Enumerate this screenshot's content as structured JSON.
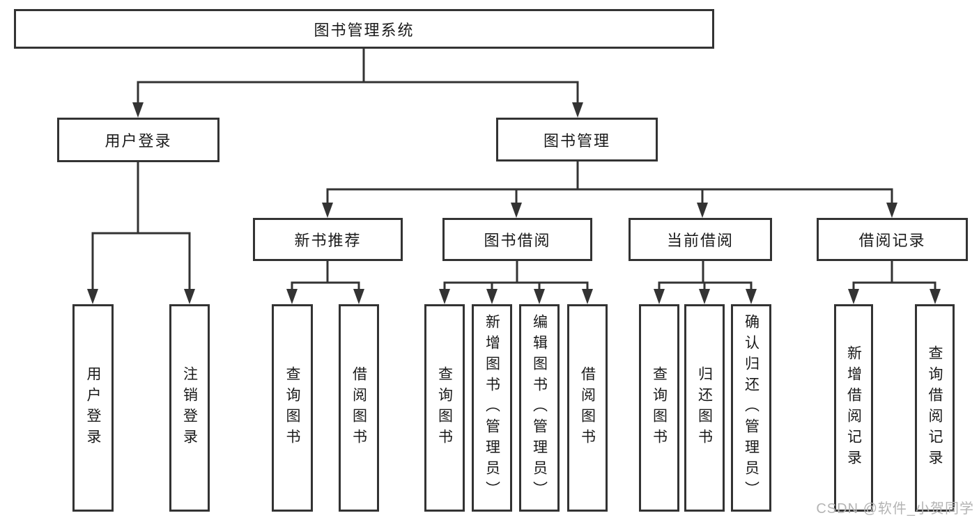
{
  "diagram": {
    "root": {
      "label": "图书管理系统",
      "children": [
        {
          "label": "用户登录",
          "children": [
            {
              "label": "用户登录"
            },
            {
              "label": "注销登录"
            }
          ]
        },
        {
          "label": "图书管理",
          "children": [
            {
              "label": "新书推荐",
              "children": [
                {
                  "label": "查询图书"
                },
                {
                  "label": "借阅图书"
                }
              ]
            },
            {
              "label": "图书借阅",
              "children": [
                {
                  "label": "查询图书"
                },
                {
                  "label": "新增图书（管理员）"
                },
                {
                  "label": "编辑图书（管理员）"
                },
                {
                  "label": "借阅图书"
                }
              ]
            },
            {
              "label": "当前借阅",
              "children": [
                {
                  "label": "查询图书"
                },
                {
                  "label": "归还图书"
                },
                {
                  "label": "确认归还（管理员）"
                }
              ]
            },
            {
              "label": "借阅记录",
              "children": [
                {
                  "label": "新增借阅记录"
                },
                {
                  "label": "查询借阅记录"
                }
              ]
            }
          ]
        }
      ]
    }
  },
  "watermark": {
    "text": "CSDN @软件_小贺同学"
  },
  "colors": {
    "line": "#333333",
    "text": "#1a1a1a",
    "watermark": "#b4b4b4",
    "background": "#ffffff"
  }
}
